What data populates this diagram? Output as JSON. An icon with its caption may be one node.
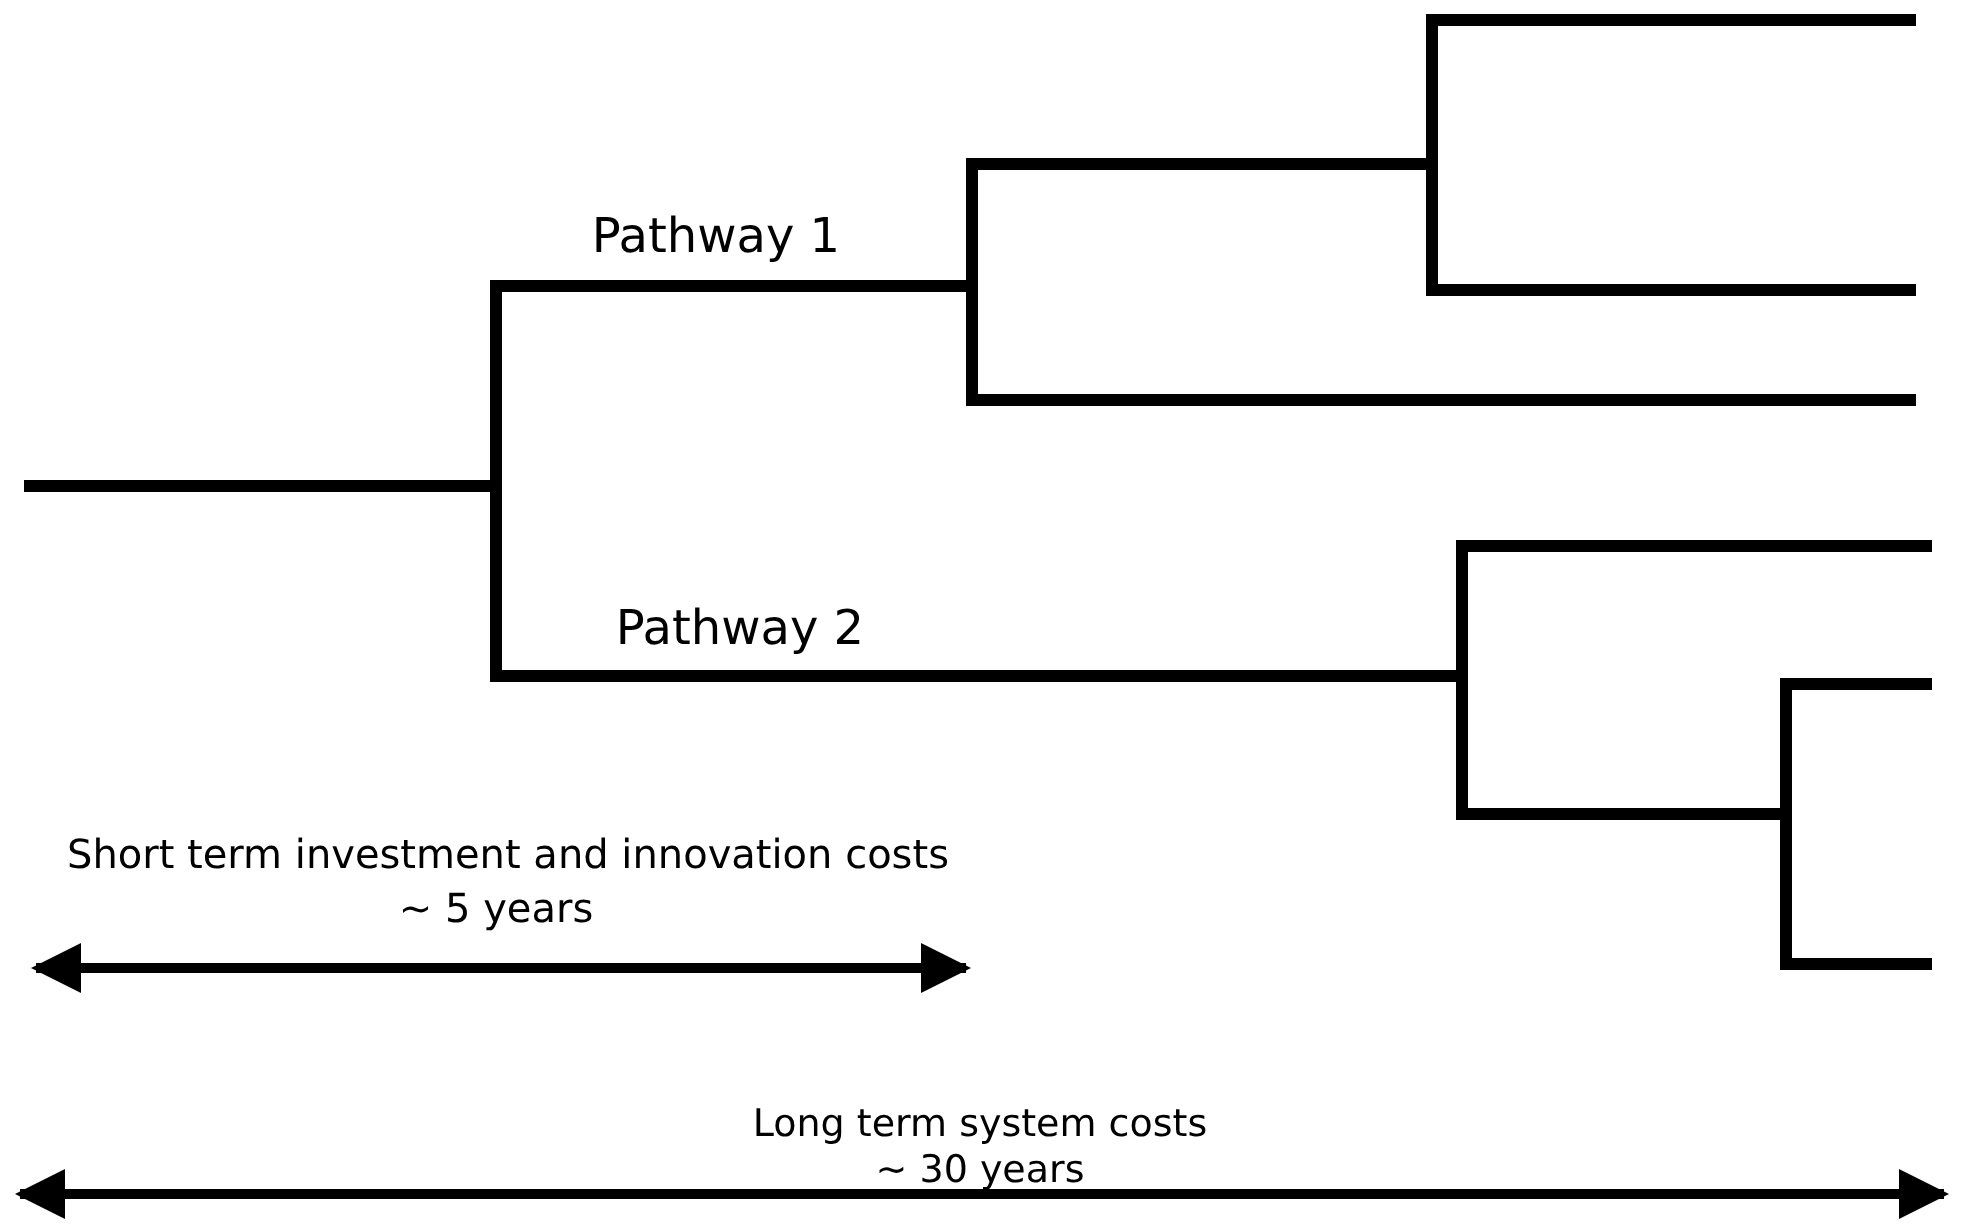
{
  "diagram": {
    "labels": [
      "Pathway 1",
      "Pathway 2",
      "Short term investment and innovation costs",
      "~ 5 years",
      "Long term system costs",
      "~ 30 years"
    ]
  }
}
